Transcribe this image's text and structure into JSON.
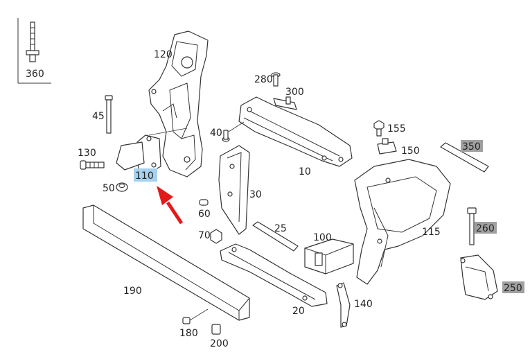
{
  "diagram": {
    "highlight_color": "#a6d1ef",
    "gray_tag_color": "#a0a0a0",
    "arrow_color": "#e3191a",
    "labels": {
      "p360": "360",
      "p120": "120",
      "p280": "280",
      "p300": "300",
      "p45": "45",
      "p40": "40",
      "p155": "155",
      "p350": "350",
      "p130": "130",
      "p150": "150",
      "p110": "110",
      "p10": "10",
      "p50": "50",
      "p30": "30",
      "p60": "60",
      "p25": "25",
      "p260": "260",
      "p115": "115",
      "p70": "70",
      "p100": "100",
      "p250": "250",
      "p190": "190",
      "p140": "140",
      "p20": "20",
      "p180": "180",
      "p200": "200"
    }
  }
}
